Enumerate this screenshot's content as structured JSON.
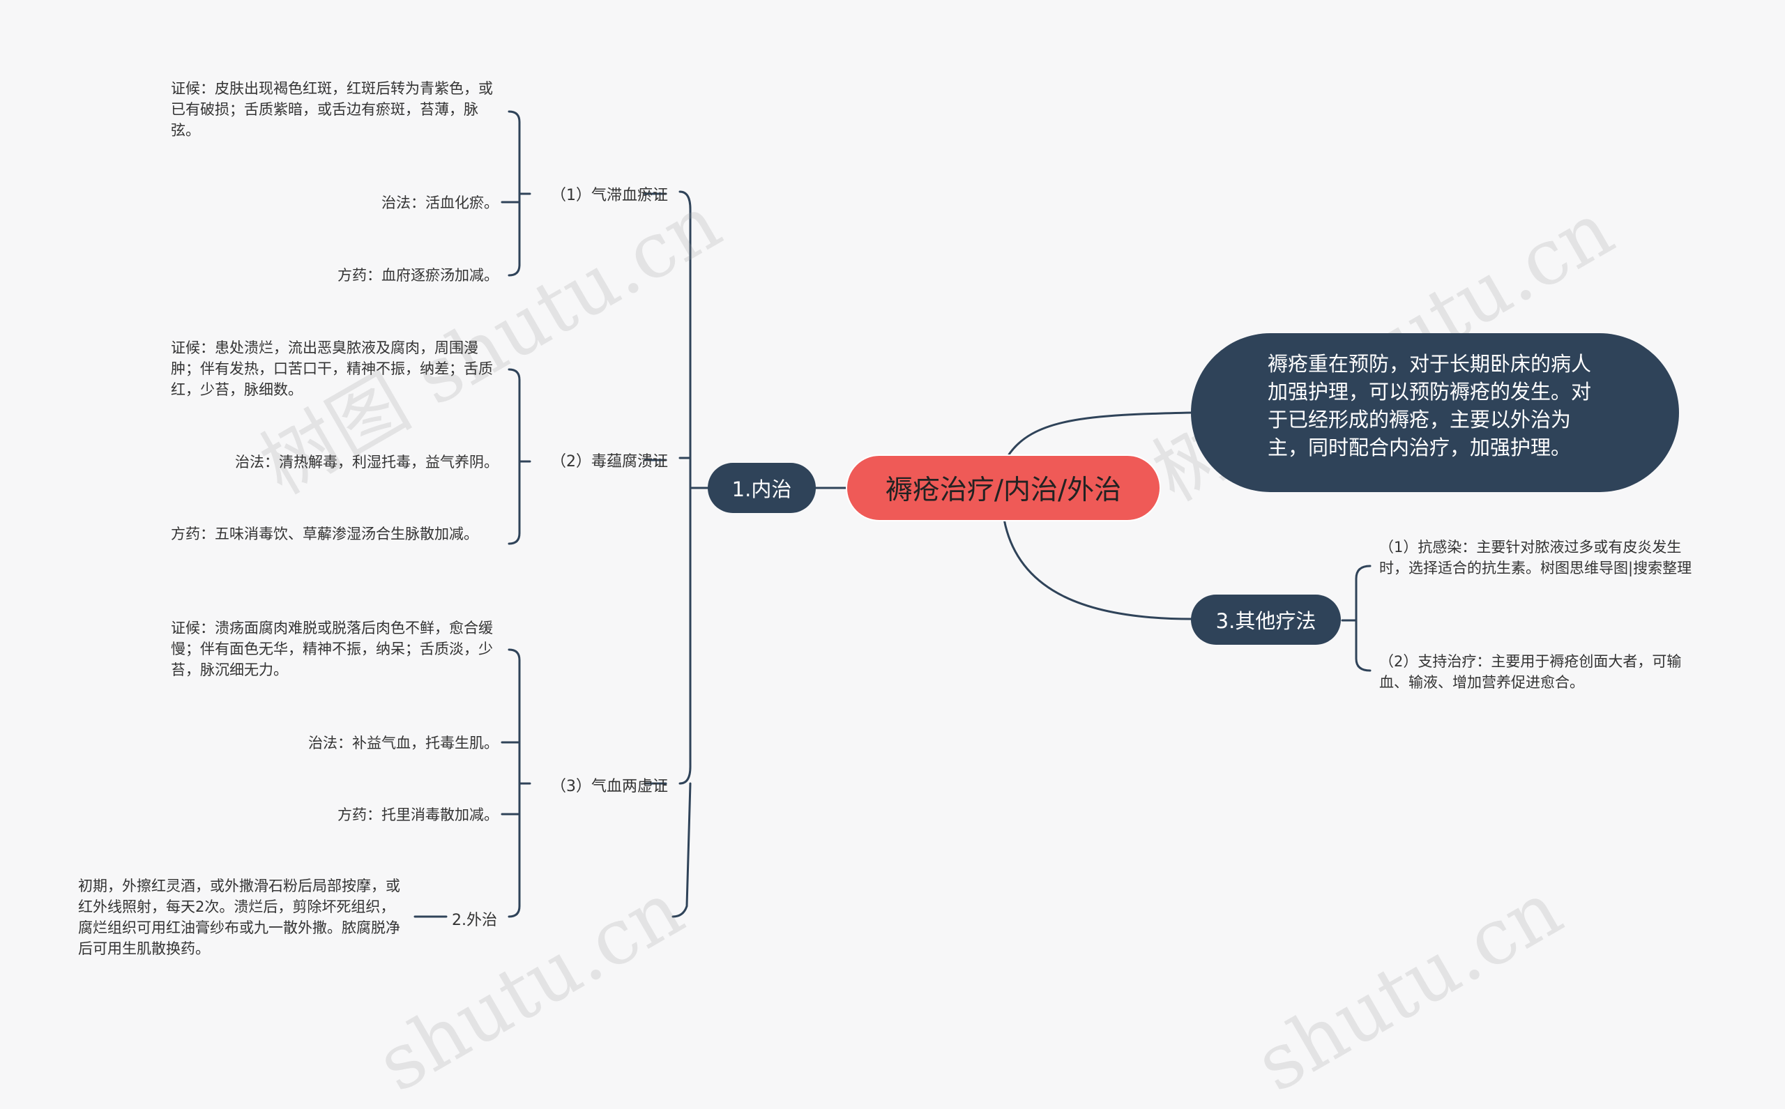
{
  "root": {
    "title": "褥疮治疗/内治/外治"
  },
  "note": {
    "text": "褥疮重在预防，对于长期卧床的病人加强护理，可以预防褥疮的发生。对于已经形成的褥疮，主要以外治为主，同时配合内治疗，加强护理。"
  },
  "branches": {
    "neizhi": {
      "label": "1.内治",
      "groups": [
        {
          "label": "（1）气滞血瘀证",
          "items": [
            "证候：皮肤出现褐色红斑，红斑后转为青紫色，或已有破损；舌质紫暗，或舌边有瘀斑，苔薄，脉弦。",
            "治法：活血化瘀。",
            "方药：血府逐瘀汤加减。"
          ]
        },
        {
          "label": "（2）毒蕴腐溃证",
          "items": [
            "证候：患处溃烂，流出恶臭脓液及腐肉，周围漫肿；伴有发热，口苦口干，精神不振，纳差；舌质红，少苔，脉细数。",
            "治法：清热解毒，利湿托毒，益气养阴。",
            "方药：五味消毒饮、草薢渗湿汤合生脉散加减。"
          ]
        },
        {
          "label": "（3）气血两虚证",
          "items": [
            "证候：溃疡面腐肉难脱或脱落后肉色不鲜，愈合缓慢；伴有面色无华，精神不振，纳呆；舌质淡，少苔，脉沉细无力。",
            "治法：补益气血，托毒生肌。",
            "方药：托里消毒散加减。"
          ]
        }
      ]
    },
    "waizhi": {
      "label": "2.外治",
      "item": "初期，外擦红灵酒，或外撒滑石粉后局部按摩，或红外线照射，每天2次。溃烂后，剪除坏死组织，腐烂组织可用红油膏纱布或九一散外撒。脓腐脱净后可用生肌散换药。"
    },
    "qita": {
      "label": "3.其他疗法",
      "items": [
        "（1）抗感染：主要针对脓液过多或有皮炎发生时，选择适合的抗生素。树图思维导图|搜索整理",
        "（2）支持治疗：主要用于褥疮创面大者，可输血、输液、增加营养促进愈合。"
      ]
    }
  },
  "colors": {
    "root": "#ef5a57",
    "branch": "#2f4359",
    "line": "#2f4359",
    "background": "#f7f7f8"
  }
}
